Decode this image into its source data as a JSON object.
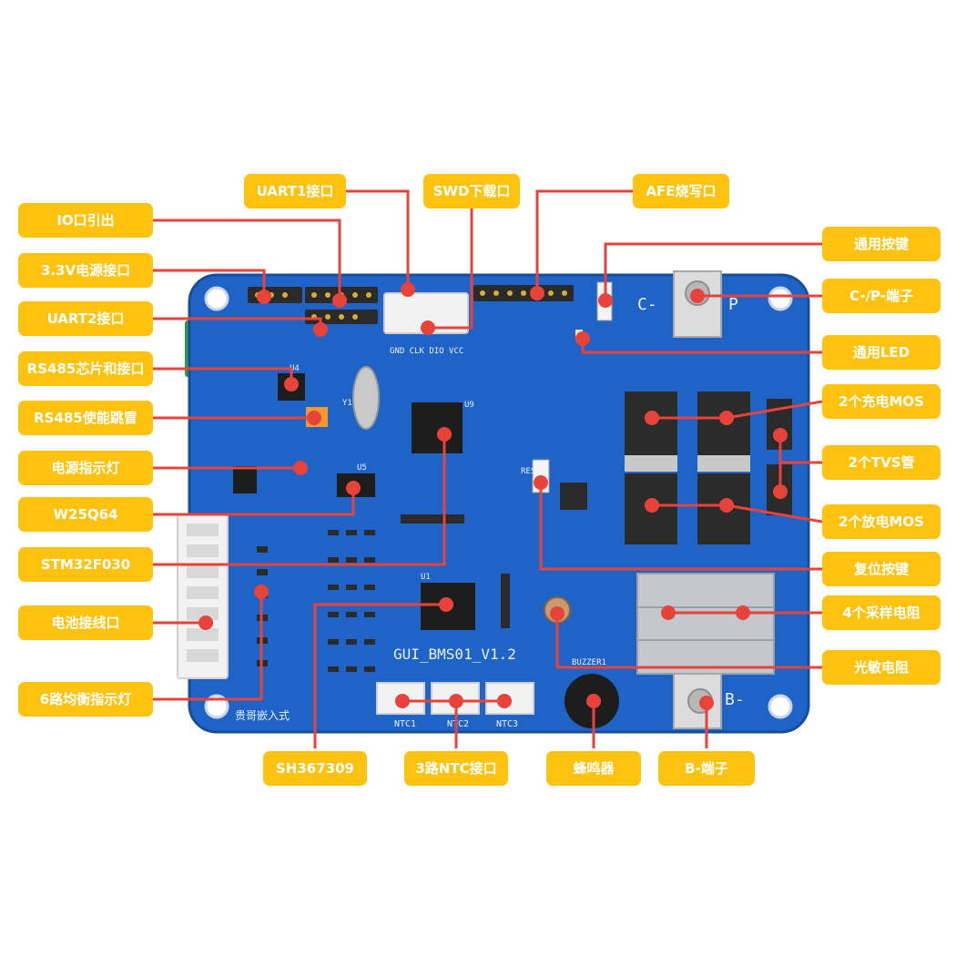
{
  "board": {
    "model_text": "GUI_BMS01_V1.2",
    "brand_text": "贵哥嵌入式",
    "terminal_c_label": "C-",
    "terminal_p_label": "P",
    "terminal_b_label": "B-",
    "swd_pins_text": "GND CLK DIO VCC",
    "ntc_labels": [
      "NTC1",
      "NTC2",
      "NTC3"
    ],
    "reset_text": "RESET",
    "buzzer_text": "BUZZER1",
    "chip_labels": {
      "mcu": "U9",
      "afe": "U1",
      "flash": "U5",
      "rs485": "U4",
      "crystal": "Y1"
    }
  },
  "labels": {
    "uart1": "UART1接口",
    "swd": "SWD下载口",
    "afe_burn": "AFE烧写口",
    "io": "IO口引出",
    "power33": "3.3V电源接口",
    "uart2": "UART2接口",
    "rs485_chip": "RS485芯片和接口",
    "rs485_jumper": "RS485使能跳冒",
    "power_led": "电源指示灯",
    "w25q64": "W25Q64",
    "stm32": "STM32F030",
    "battery_port": "电池接线口",
    "balance_led": "6路均衡指示灯",
    "sh367309": "SH367309",
    "ntc_port": "3路NTC接口",
    "buzzer": "蜂鸣器",
    "b_terminal": "B-端子",
    "general_key": "通用按键",
    "cp_terminal": "C-/P-端子",
    "general_led": "通用LED",
    "charge_mos": "2个充电MOS",
    "tvs": "2个TVS管",
    "discharge_mos": "2个放电MOS",
    "reset_key": "复位按键",
    "sample_res": "4个采样电阻",
    "photo_res": "光敏电阻"
  },
  "colors": {
    "pcb": "#1f63c6",
    "pcb_edge": "#164e9e",
    "label_bg": "#ffc20e",
    "label_text": "#ffffff",
    "leader": "#e8433a"
  }
}
